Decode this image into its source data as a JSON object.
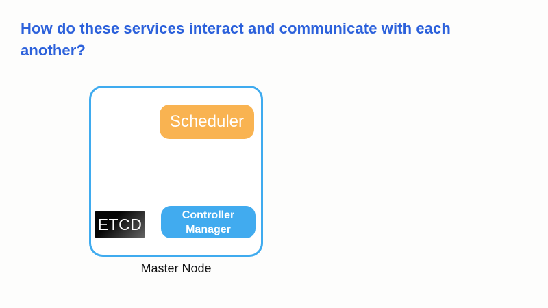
{
  "title": "How do these services interact and communicate with each another?",
  "colors": {
    "background": "#FDFDFC",
    "title_blue": "#2C61DB",
    "node_border": "#3FABEF",
    "scheduler_bg": "#F9B351",
    "controller_bg": "#41ABEF",
    "etcd_dark": "#050505",
    "etcd_light": "#8F8F8F"
  },
  "diagram": {
    "master_node": {
      "label": "Master Node",
      "services": {
        "scheduler": {
          "label": "Scheduler"
        },
        "etcd": {
          "label": "ETCD"
        },
        "controller_manager": {
          "label": "Controller Manager"
        }
      }
    }
  }
}
